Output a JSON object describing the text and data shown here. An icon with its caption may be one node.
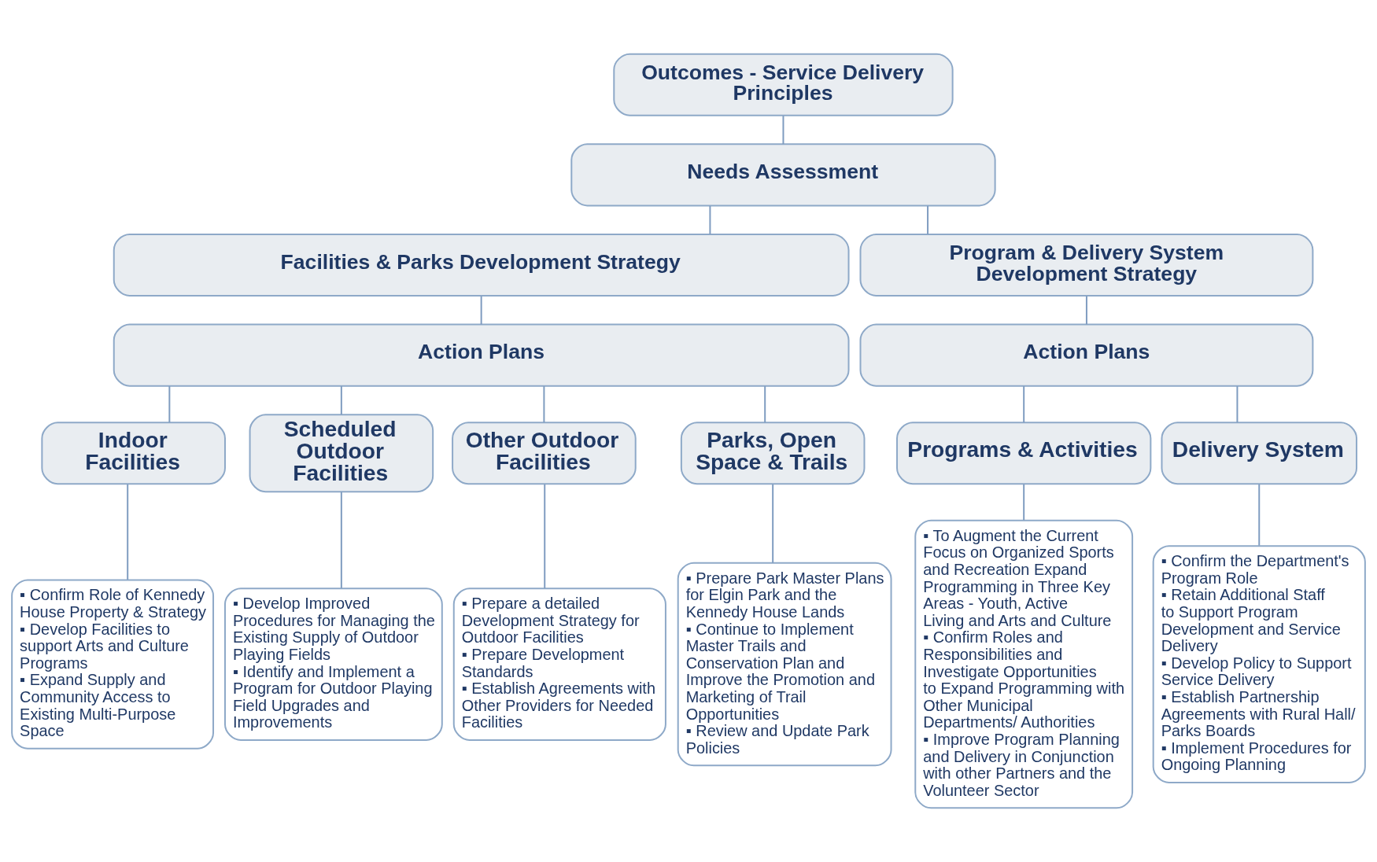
{
  "diagram": {
    "nodes": [
      {
        "text": [
          "Outcomes - Service Delivery Principles"
        ]
      },
      {
        "text": [
          "Needs Assessment"
        ]
      },
      {
        "text": [
          "Facilities & Parks Development Strategy"
        ]
      },
      {
        "text": [
          "Program & Delivery System Development Strategy"
        ]
      },
      {
        "text": [
          "Action Plans"
        ]
      },
      {
        "text": [
          "Action Plans"
        ]
      },
      {
        "text": [
          "Indoor Facilities"
        ]
      },
      {
        "text": [
          "Scheduled Outdoor Facilities"
        ]
      },
      {
        "text": [
          "Other Outdoor Facilities"
        ]
      },
      {
        "text": [
          "Parks, Open Space & Trails"
        ]
      },
      {
        "text": [
          "Programs & Activities"
        ]
      },
      {
        "text": [
          "Delivery System"
        ]
      },
      {
        "text": [
          "▪ Confirm Role of Kennedy House Property & Strategy",
          "▪ Develop Facilities to support Arts and Culture Programs",
          "▪ Expand Supply and Community Access to Existing Multi-Purpose Space"
        ]
      },
      {
        "text": [
          "▪ Develop Improved Procedures for Managing the Existing Supply of Outdoor Playing Fields",
          "▪ Identify and Implement a Program for Outdoor Playing Field Upgrades and Improvements"
        ]
      },
      {
        "text": [
          "▪ Prepare a detailed Development Strategy for Outdoor Facilities",
          "▪ Prepare Development Standards",
          "▪ Establish Agreements with Other Providers for Needed Facilities"
        ]
      },
      {
        "text": [
          "▪ Prepare Park Master Plans for Elgin Park and the Kennedy House Lands",
          "▪ Continue to Implement Master Trails and Conservation Plan and Improve the Promotion and Marketing of Trail Opportunities",
          "▪ Review and Update Park Policies"
        ]
      },
      {
        "text": [
          "▪ To Augment the Current Focus on Organized Sports and Recreation Expand Programming in Three Key Areas - Youth, Active Living and Arts and Culture",
          "▪ Confirm Roles and Responsibilities and Investigate Opportunities to Expand Programming with Other Municipal Departments/ Authorities",
          "▪ Improve Program Planning and Delivery in Conjunction with other Partners and the Volunteer Sector"
        ]
      },
      {
        "text": [
          "▪ Confirm the Department's Program Role",
          "▪ Retain Additional Staff to Support Program Development and Service Delivery",
          "▪ Develop Policy to Support Service Delivery",
          "▪ Establish Partnership Agreements with Rural Hall/ Parks Boards",
          "▪ Implement Procedures for Ongoing Planning"
        ]
      }
    ],
    "edges": [
      {
        "from": 0,
        "to": 1,
        "arrow": "none"
      },
      {
        "from": 1,
        "to": 2,
        "arrow": "none"
      },
      {
        "from": 1,
        "to": 3,
        "arrow": "none"
      },
      {
        "from": 2,
        "to": 4,
        "arrow": "none"
      },
      {
        "from": 3,
        "to": 5,
        "arrow": "none"
      },
      {
        "from": 4,
        "to": 6,
        "arrow": "none"
      },
      {
        "from": 4,
        "to": 7,
        "arrow": "none"
      },
      {
        "from": 4,
        "to": 8,
        "arrow": "none"
      },
      {
        "from": 4,
        "to": 9,
        "arrow": "none"
      },
      {
        "from": 5,
        "to": 10,
        "arrow": "none"
      },
      {
        "from": 5,
        "to": 11,
        "arrow": "none"
      },
      {
        "from": 6,
        "to": 12,
        "arrow": "none"
      },
      {
        "from": 7,
        "to": 13,
        "arrow": "none"
      },
      {
        "from": 8,
        "to": 14,
        "arrow": "none"
      },
      {
        "from": 9,
        "to": 15,
        "arrow": "none"
      },
      {
        "from": 10,
        "to": 16,
        "arrow": "none"
      },
      {
        "from": 11,
        "to": 17,
        "arrow": "none"
      }
    ]
  }
}
